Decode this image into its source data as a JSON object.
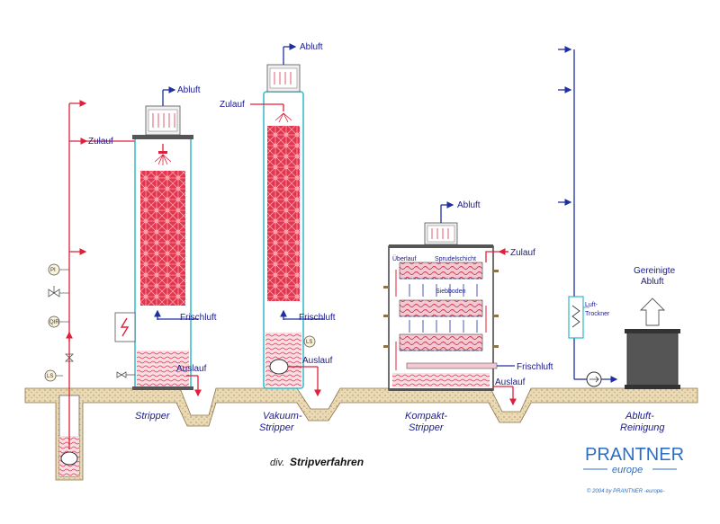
{
  "labels": {
    "zulauf": "Zulauf",
    "abluft": "Abluft",
    "frischluft": "Frischluft",
    "auslauf": "Auslauf",
    "ueberlauf": "Überlauf",
    "spruehschicht": "Sprudelschicht",
    "siebboden": "Siebboden",
    "luft_trockner_1": "Luft-",
    "luft_trockner_2": "Trockner",
    "gereinigte_1": "Gereinigte",
    "gereinigte_2": "Abluft"
  },
  "instruments": {
    "pi": "PI",
    "qir": "QIR",
    "ls": "LS"
  },
  "captions": {
    "stripper": "Stripper",
    "vakuum_1": "Vakuum-",
    "vakuum_2": "Stripper",
    "kompakt_1": "Kompakt-",
    "kompakt_2": "Stripper",
    "abluft_1": "Abluft-",
    "abluft_2": "Reinigung"
  },
  "title": {
    "prefix": "div.",
    "main": "Stripverfahren"
  },
  "brand": {
    "name": "PRANTNER",
    "sub": "europe",
    "copyright": "© 2004 by PRANTNER -europe-"
  },
  "colors": {
    "red_line": "#e0203a",
    "blue_line": "#2030a0",
    "packing": "#e0364e",
    "ground": "#e8d8b8",
    "brand": "#2b6fc4"
  }
}
